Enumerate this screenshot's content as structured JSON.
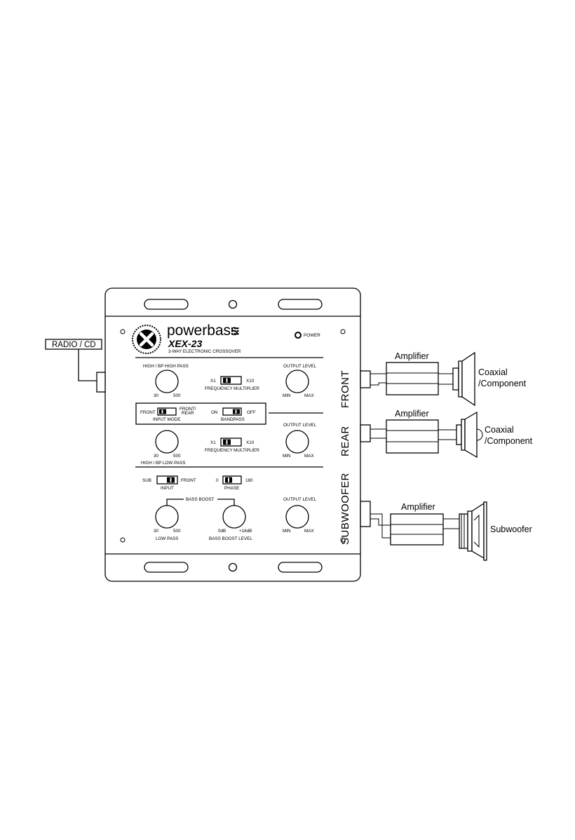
{
  "external": {
    "source_label": "RADIO / CD",
    "amplifier_label": "Amplifier",
    "speaker_front": [
      "Coaxial",
      "/Component"
    ],
    "speaker_rear": [
      "Coaxial",
      "/Component"
    ],
    "speaker_sub": "Subwoofer"
  },
  "unit": {
    "brand": "powerbass",
    "model": "XEX-23",
    "subtitle": "3-WAY ELECTRONIC CROSSOVER",
    "power_label": "POWER",
    "sections": {
      "front": "FRONT",
      "rear": "REAR",
      "subwoofer": "SUBWOOFER"
    },
    "front": {
      "hp_title": "HIGH / BP HIGH PASS",
      "hp_min": "30",
      "hp_max": "500",
      "mult_x1": "X1",
      "mult_x10": "X10",
      "mult_label": "FREQUENCY MULTIPLIER",
      "out_title": "OUTPUT LEVEL",
      "out_min": "MIN",
      "out_max": "MAX"
    },
    "mode": {
      "front": "FRONT",
      "front_rear_1": "FRONT/",
      "front_rear_2": "REAR",
      "input_mode_label": "INPUT MODE",
      "on": "ON",
      "off": "OFF",
      "bandpass_label": "BANDPASS"
    },
    "rear": {
      "out_title": "OUTPUT LEVEL",
      "lp_min": "30",
      "lp_max": "500",
      "mult_x1": "X1",
      "mult_x10": "X10",
      "mult_label": "FREQUENCY MULTIPLIER",
      "lp_title": "HIGH / BP LOW PASS",
      "out_min": "MIN",
      "out_max": "MAX"
    },
    "sub": {
      "input_sub": "SUB",
      "input_front": "FRONT",
      "input_label": "INPUT",
      "phase_0": "0",
      "phase_180": "180",
      "phase_label": "PHASE",
      "boost_bracket": "BASS BOOST",
      "out_title": "OUTPUT LEVEL",
      "lp_min": "30",
      "lp_max": "500",
      "lp_label": "LOW PASS",
      "boost_min": "0dB",
      "boost_max": "+18dB",
      "boost_label": "BASS BOOST LEVEL",
      "out_min": "MIN",
      "out_max": "MAX"
    }
  }
}
